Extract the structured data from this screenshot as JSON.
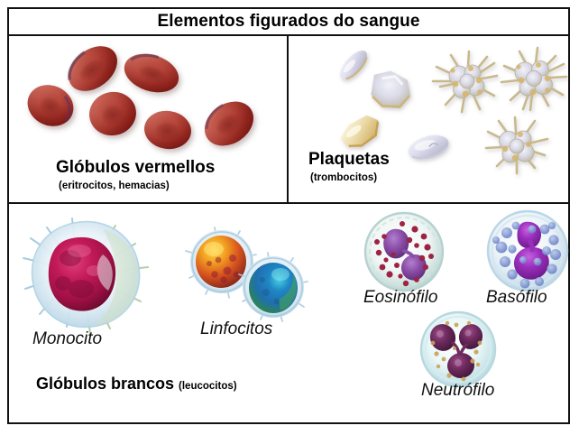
{
  "figure": {
    "title": "Elementos figurados do sangue",
    "language": "gl"
  },
  "panels": {
    "red_cells": {
      "title": "Glóbulos vermellos",
      "subtitle": "(eritrocitos, hemacias)",
      "cell_count": 6,
      "colors": {
        "rim": "#7e1412",
        "body": "#a8322a",
        "highlight": "#d9675a",
        "center": "#8e2a24"
      }
    },
    "platelets": {
      "title": "Plaquetas",
      "subtitle": "(trombocitos)",
      "resting_count": 4,
      "activated_count": 3,
      "colors": {
        "pale": "#ddddea",
        "shadow": "#b6b6c8",
        "gold": "#d8b565",
        "spike": "#c9b98e"
      }
    },
    "white_cells": {
      "title": "Glóbulos brancos",
      "subtitle": "(leucocitos)",
      "cells": [
        {
          "name": "Monocito",
          "nucleus_color": "#b3184f",
          "cytoplasm_color": "#cfe2ef"
        },
        {
          "name": "Linfocitos",
          "nucleus_color": "#e8761d",
          "cytoplasm_color": "#cfe2ef",
          "second_nucleus_color": "#1d76a8"
        },
        {
          "name": "Eosinófilo",
          "nucleus_color": "#8c4fa8",
          "granule_color": "#9e2244",
          "cytoplasm_color": "#dfeaea"
        },
        {
          "name": "Basófilo",
          "nucleus_color": "#9b2fbd",
          "granule_color": "#7e93d4",
          "cytoplasm_color": "#dde9f0"
        },
        {
          "name": "Neutrófilo",
          "nucleus_color": "#6d2a5e",
          "granule_color": "#c9a257",
          "cytoplasm_color": "#dff0f2"
        }
      ]
    }
  }
}
